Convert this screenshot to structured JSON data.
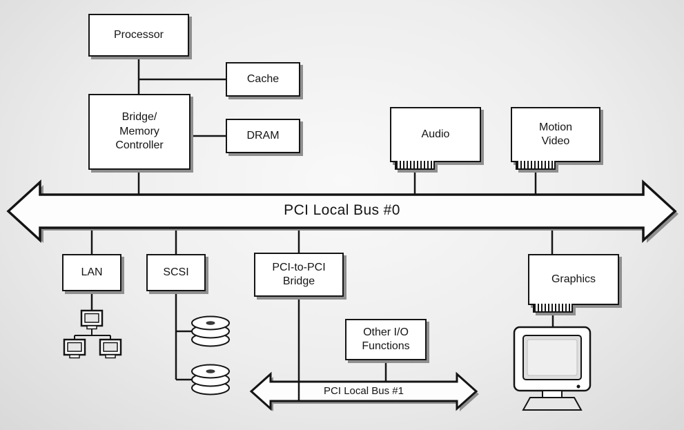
{
  "colors": {
    "background": "#ececec",
    "box_fill": "#ffffff",
    "outline": "#141414",
    "shadow": "#8f8f8f"
  },
  "boxes": {
    "processor": {
      "label": "Processor"
    },
    "cache": {
      "label": "Cache"
    },
    "bridge_memory_controller": {
      "lines": [
        "Bridge/",
        "Memory",
        "Controller"
      ]
    },
    "dram": {
      "label": "DRAM"
    },
    "audio": {
      "label": "Audio"
    },
    "motion_video": {
      "lines": [
        "Motion",
        "Video"
      ]
    },
    "lan": {
      "label": "LAN"
    },
    "scsi": {
      "label": "SCSI"
    },
    "pci_to_pci_bridge": {
      "lines": [
        "PCI-to-PCI",
        "Bridge"
      ]
    },
    "other_io_functions": {
      "lines": [
        "Other I/O",
        "Functions"
      ]
    },
    "graphics": {
      "label": "Graphics"
    }
  },
  "buses": {
    "bus0": {
      "label": "PCI Local Bus #0"
    },
    "bus1": {
      "label": "PCI Local Bus #1"
    }
  },
  "icons": {
    "lan": "network-computers-icon",
    "scsi": "disk-stack-icon",
    "graphics": "crt-monitor-icon",
    "expansion_cards": "card-edge-connector-icon"
  }
}
